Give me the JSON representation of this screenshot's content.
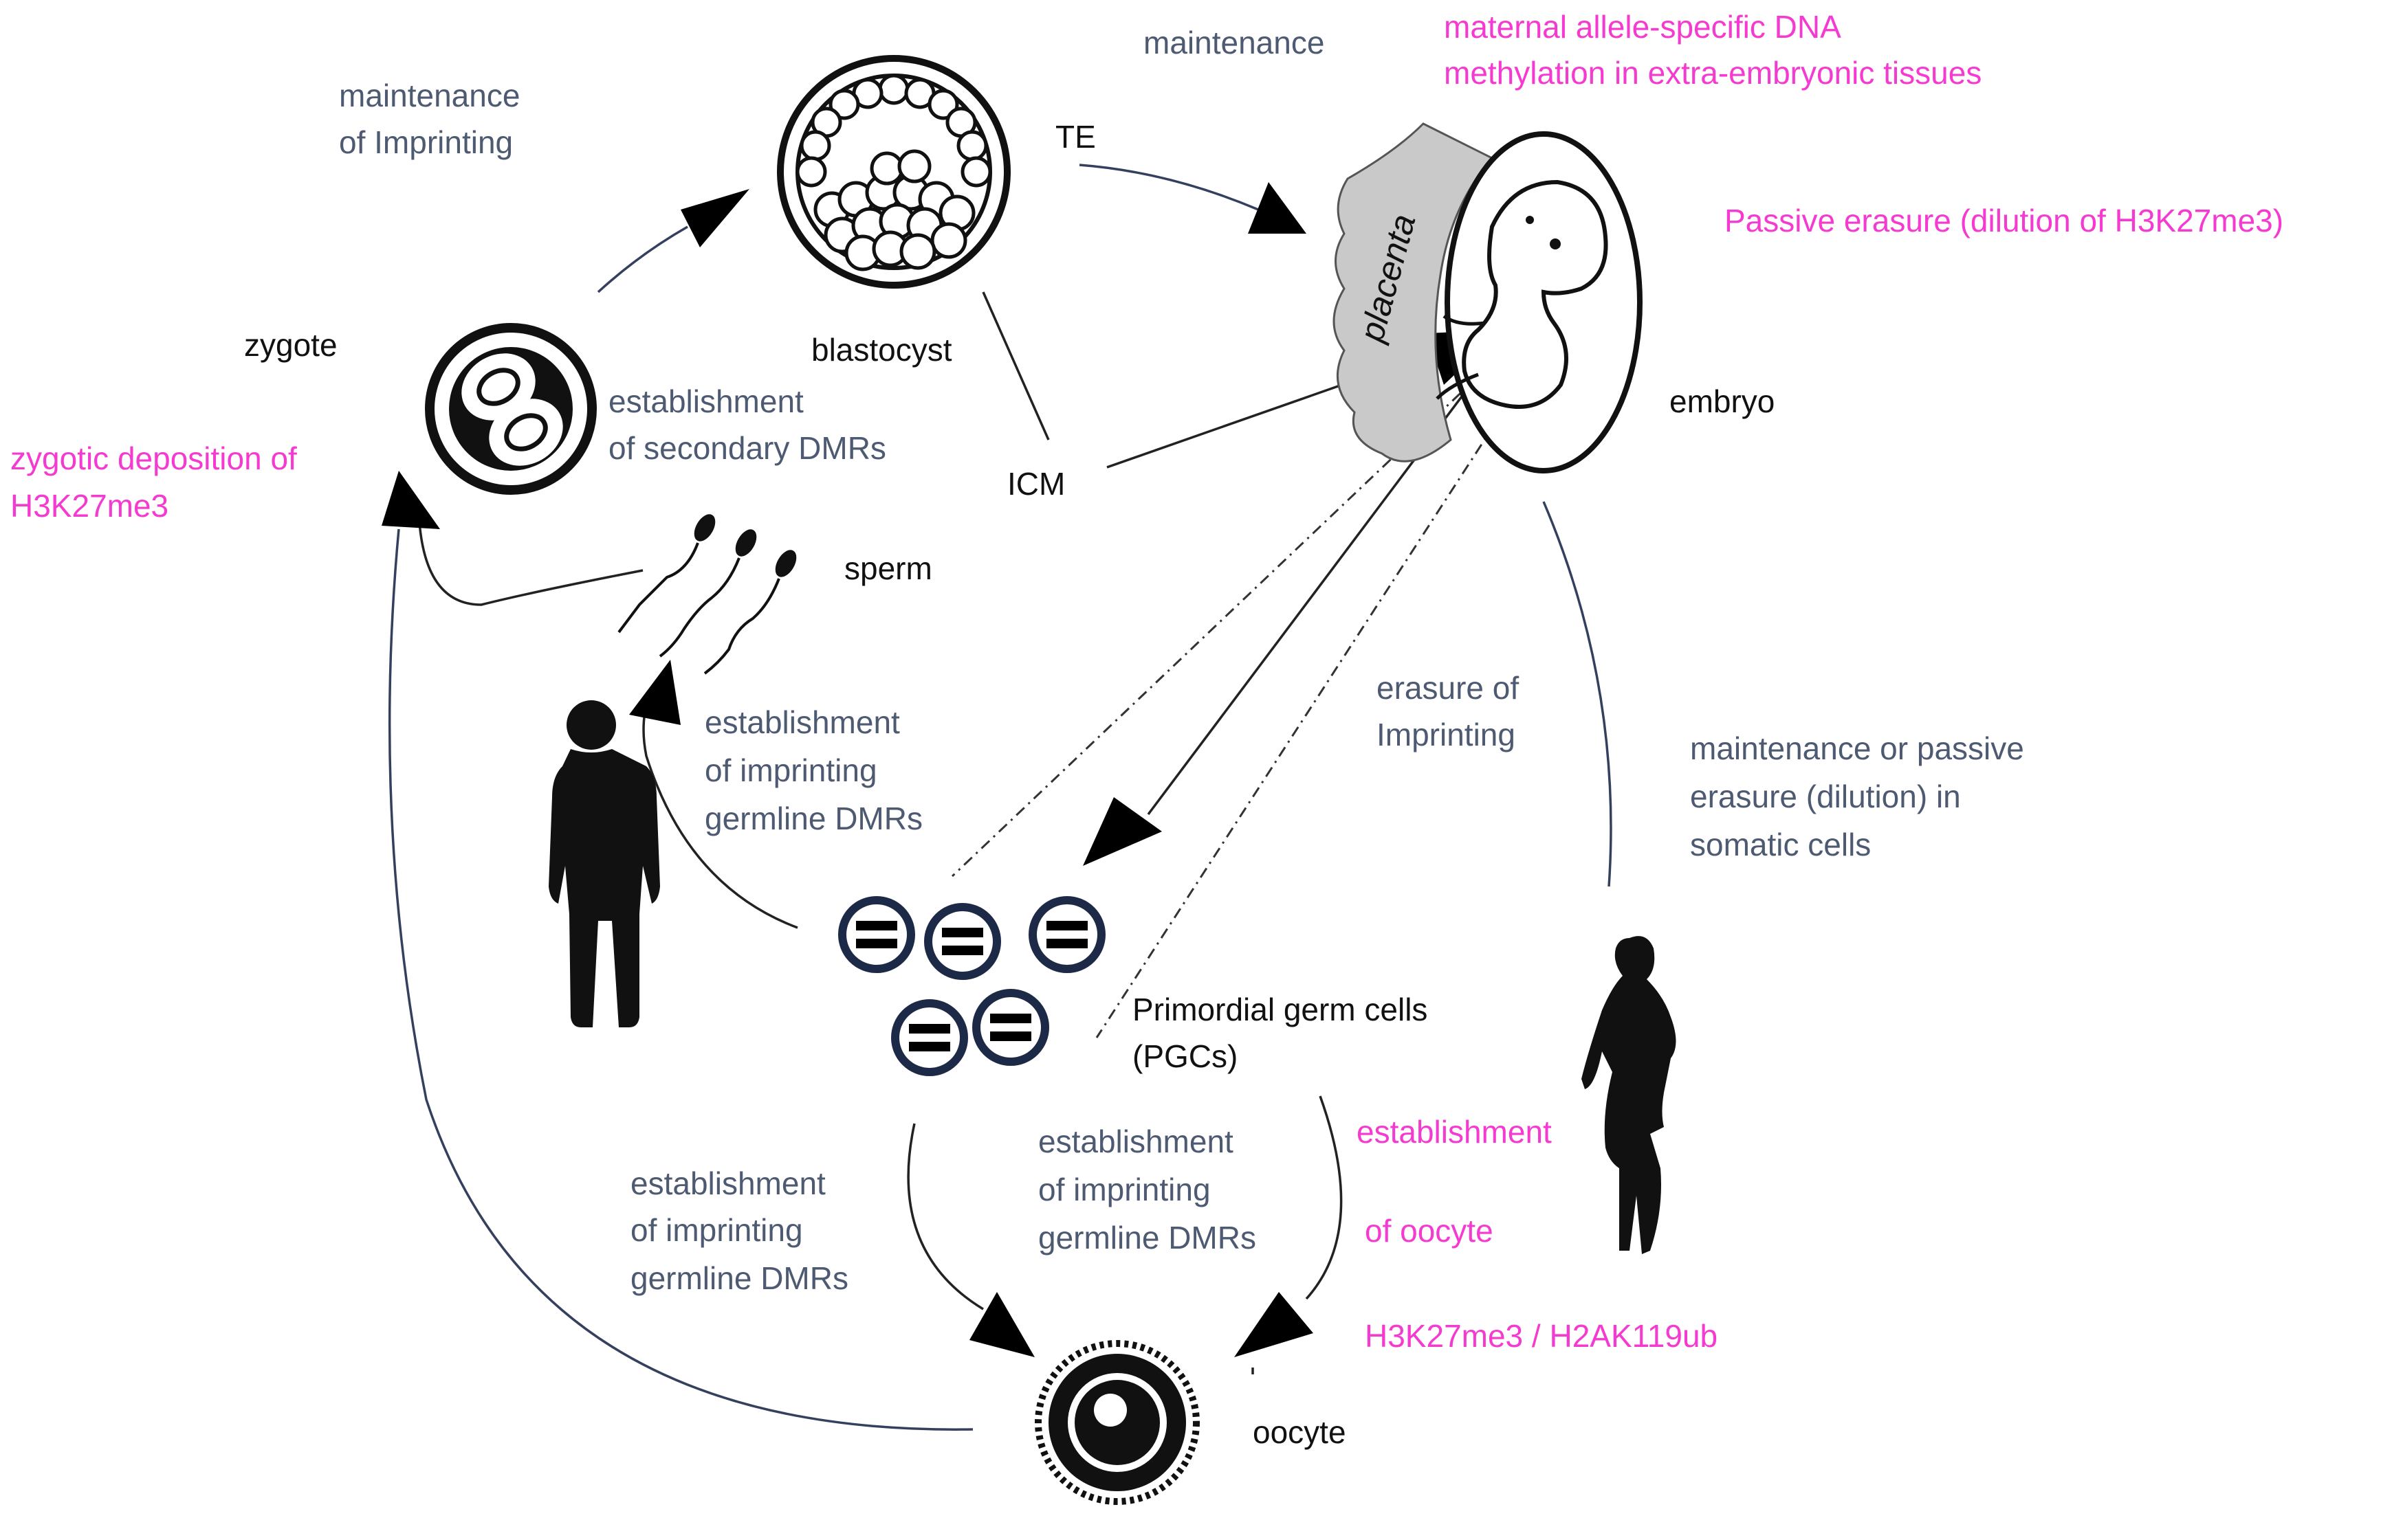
{
  "labels": {
    "zygote": "zygote",
    "blastocyst": "blastocyst",
    "te": "TE",
    "icm": "ICM",
    "embryo": "embryo",
    "sperm": "sperm",
    "oocyte": "oocyte",
    "placenta": "placenta",
    "pgc_line1": "Primordial germ cells",
    "pgc_line2": "(PGCs)"
  },
  "annotations": {
    "maintenance_imprinting": [
      "maintenance",
      "of Imprinting"
    ],
    "maintenance": "maintenance",
    "maternal_allele": [
      "maternal allele-specific DNA",
      "methylation in extra-embryonic tissues"
    ],
    "passive_erasure": "Passive erasure (dilution of H3K27me3)",
    "establishment_secondary": [
      "establishment",
      "of  secondary DMRs"
    ],
    "zygotic_deposition": [
      "zygotic deposition of",
      "H3K27me3"
    ],
    "erasure_imprinting": [
      "erasure of",
      "Imprinting"
    ],
    "maintenance_passive_somatic": [
      "maintenance  or passive",
      "erasure (dilution) in",
      "somatic cells"
    ],
    "establishment_germline_male": [
      "establishment",
      "of imprinting",
      "germline DMRs"
    ],
    "establishment_germline_left": [
      "establishment",
      "of imprinting",
      "germline DMRs"
    ],
    "establishment_germline_center": [
      "establishment",
      "of imprinting",
      "germline DMRs"
    ],
    "establishment_oocyte": [
      "establishment",
      "of oocyte"
    ],
    "histone_marks": "H3K27me3 / H2AK119ub"
  },
  "colors": {
    "label_dark": "#111111",
    "annotation_gray": "#4d5a72",
    "annotation_pink": "#f43ad0",
    "pgc_ring": "#1c2a47",
    "placenta_fill": "#c9c9c9"
  },
  "icons": [
    "zygote-icon",
    "blastocyst-icon",
    "embryo-icon",
    "placenta-icon",
    "sperm-icon",
    "male-silhouette-icon",
    "female-silhouette-icon",
    "pgc-cell-icon",
    "oocyte-icon"
  ]
}
